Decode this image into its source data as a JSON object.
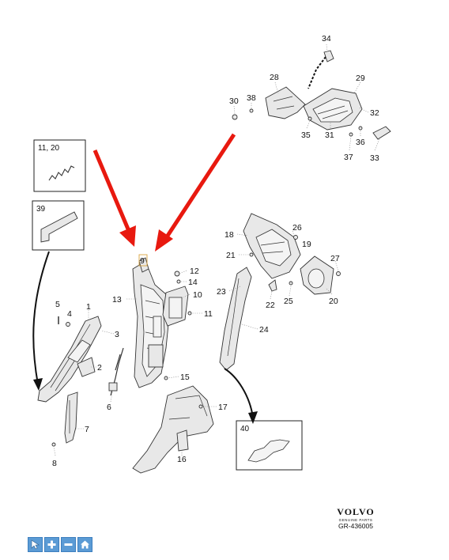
{
  "callouts": {
    "n1": "1",
    "n2": "2",
    "n3": "3",
    "n4": "4",
    "n5": "5",
    "n6": "6",
    "n7": "7",
    "n8": "8",
    "n9": "9",
    "n10": "10",
    "n11": "11",
    "n12": "12",
    "n13": "13",
    "n14": "14",
    "n15": "15",
    "n16": "16",
    "n17": "17",
    "n18": "18",
    "n19": "19",
    "n20": "20",
    "n21": "21",
    "n22": "22",
    "n23": "23",
    "n24": "24",
    "n25": "25",
    "n26": "26",
    "n27": "27",
    "n28": "28",
    "n29": "29",
    "n30": "30",
    "n31": "31",
    "n32": "32",
    "n33": "33",
    "n34": "34",
    "n35": "35",
    "n36": "36",
    "n37": "37",
    "n38": "38"
  },
  "insets": {
    "spring": "11, 20",
    "bracket": "39",
    "pad": "40"
  },
  "brand": {
    "logo": "VOLVO",
    "sub": "GENUINE PARTS",
    "ref": "GR-436005"
  },
  "toolbar": {
    "icons": [
      "select-icon",
      "zoom-in-icon",
      "zoom-out-icon",
      "home-icon"
    ]
  },
  "colors": {
    "arrow": "#e8190f",
    "toolbar": "#5b9bd5"
  }
}
